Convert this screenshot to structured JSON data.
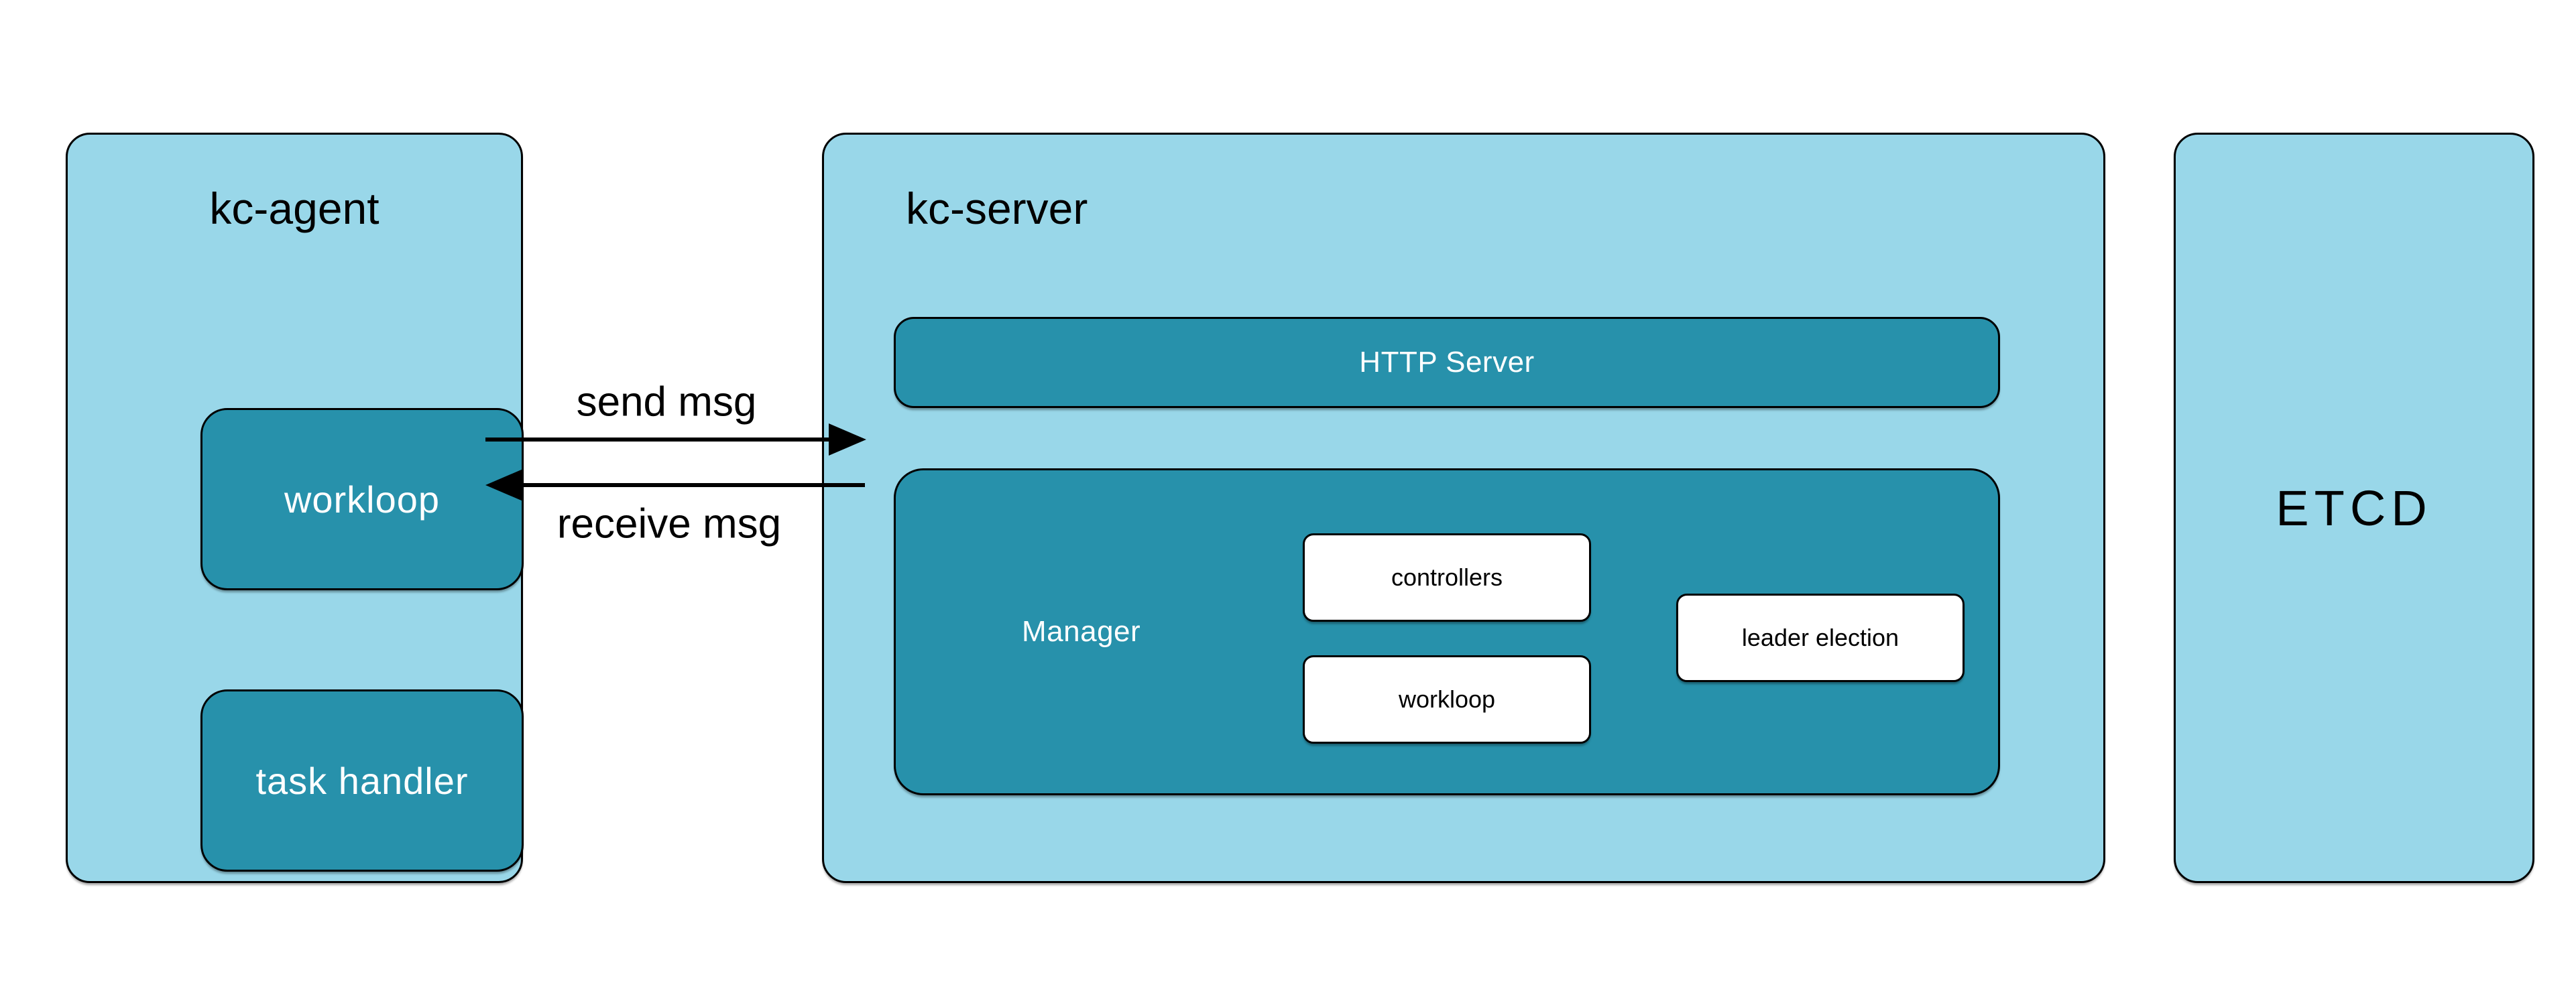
{
  "diagram": {
    "agent": {
      "title": "kc-agent",
      "components": [
        {
          "label": "workloop"
        },
        {
          "label": "task handler"
        }
      ]
    },
    "connections": [
      {
        "label": "send msg",
        "direction": "agent-to-server"
      },
      {
        "label": "receive msg",
        "direction": "server-to-agent"
      }
    ],
    "server": {
      "title": "kc-server",
      "http_server": {
        "label": "HTTP Server"
      },
      "manager": {
        "label": "Manager",
        "components": [
          {
            "label": "controllers"
          },
          {
            "label": "workloop"
          }
        ],
        "side_component": {
          "label": "leader election"
        }
      }
    },
    "etcd": {
      "title": "ETCD"
    },
    "colors": {
      "container_fill": "#99d7e9",
      "component_fill": "#2791ab",
      "inner_box_fill": "#ffffff",
      "border": "#000000",
      "title_text": "#000000",
      "component_text": "#ffffff",
      "arrow": "#000000"
    }
  }
}
